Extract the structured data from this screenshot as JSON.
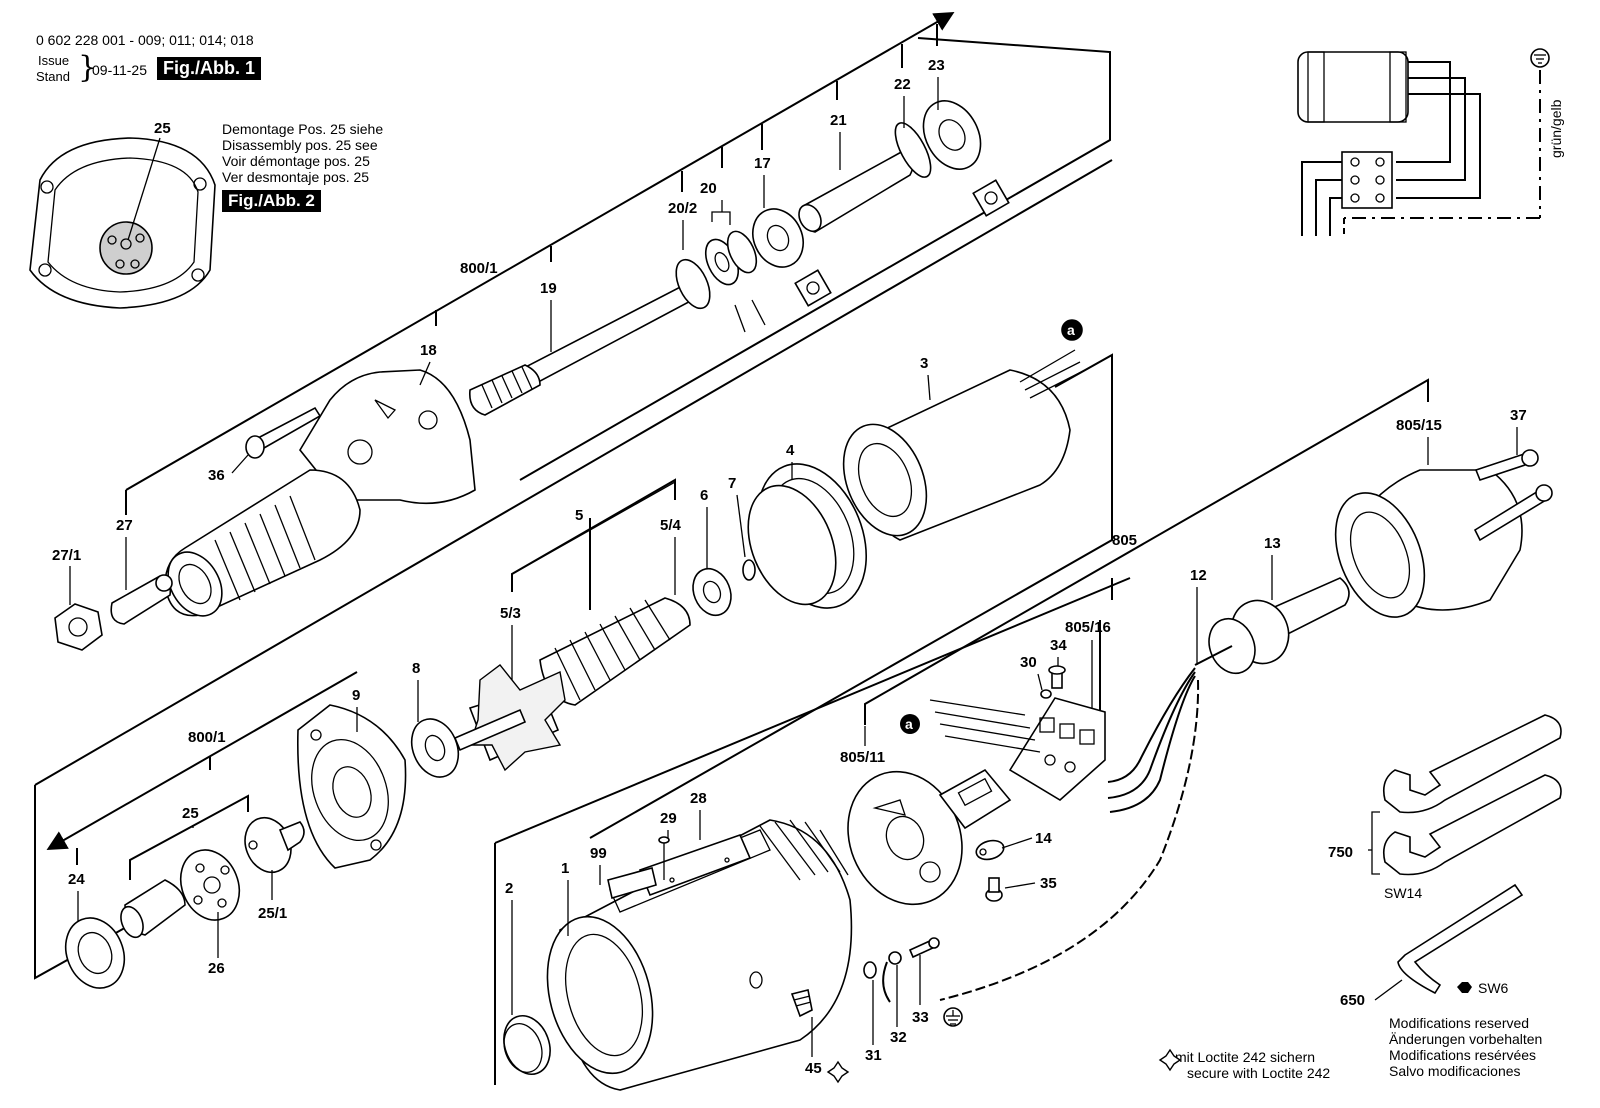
{
  "header": {
    "part_numbers": "0 602 228 001 - 009; 011; 014; 018",
    "issue_label": "Issue",
    "stand_label": "Stand",
    "issue_date": "09-11-25",
    "figure_title": "Fig./Abb. 1"
  },
  "disassembly_note": {
    "lines": [
      "Demontage Pos. 25 siehe",
      "Disassembly pos. 25 see",
      "Voir démontage pos. 25",
      "Ver desmontaje pos. 25"
    ],
    "figure_ref": "Fig./Abb. 2"
  },
  "wiring": {
    "ground_label": "grün/gelb"
  },
  "labels": {
    "p25_inset": "25",
    "p800_1_top": "800/1",
    "p19": "19",
    "p20_2": "20/2",
    "p20": "20",
    "p17": "17",
    "p21": "21",
    "p22": "22",
    "p23": "23",
    "p18": "18",
    "p36": "36",
    "p27": "27",
    "p27_1": "27/1",
    "p3": "3",
    "p4": "4",
    "p7": "7",
    "p6": "6",
    "p5": "5",
    "p5_4": "5/4",
    "p5_3": "5/3",
    "p8": "8",
    "p9": "9",
    "p800_1_bot": "800/1",
    "p25": "25",
    "p24": "24",
    "p26": "26",
    "p25_1": "25/1",
    "p805": "805",
    "p805_15": "805/15",
    "p37": "37",
    "p13": "13",
    "p12": "12",
    "p805_16": "805/16",
    "p30": "30",
    "p34": "34",
    "p805_11": "805/11",
    "p14": "14",
    "p35": "35",
    "p29": "29",
    "p28": "28",
    "p99": "99",
    "p1": "1",
    "p2": "2",
    "p31": "31",
    "p32": "32",
    "p33": "33",
    "p45": "45",
    "p750": "750",
    "p650": "650",
    "sw14": "SW14",
    "sw6": "SW6",
    "wire_a_top": "a",
    "wire_a_mid": "a"
  },
  "loctite_note": {
    "line1": "mit Loctite 242 sichern",
    "line2": "secure with Loctite 242"
  },
  "modifications": {
    "lines": [
      "Modifications reserved",
      "Änderungen vorbehalten",
      "Modifications resérvées",
      "Salvo modificaciones"
    ]
  }
}
